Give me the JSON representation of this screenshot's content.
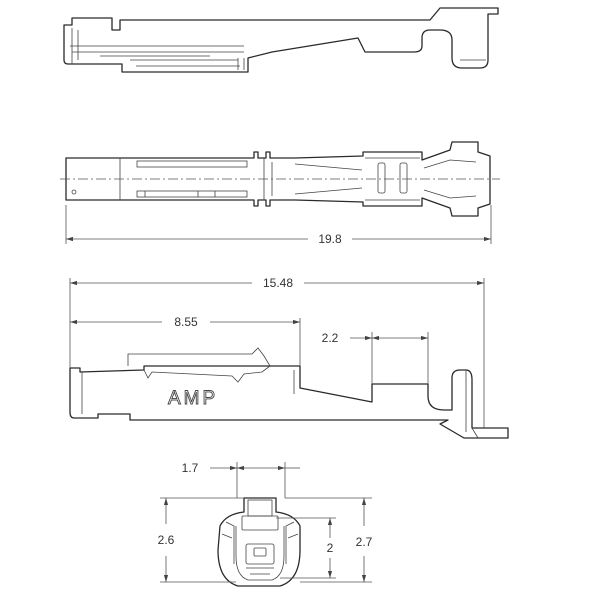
{
  "drawing": {
    "dimensions": {
      "overall_length": "19.8",
      "body_length": "15.48",
      "contact_length": "8.55",
      "crimp_length": "2.2",
      "end_width": "1.7",
      "end_height_left": "2.6",
      "end_inner_height": "2",
      "end_height_right": "2.7"
    },
    "logo_text": "AMP"
  }
}
